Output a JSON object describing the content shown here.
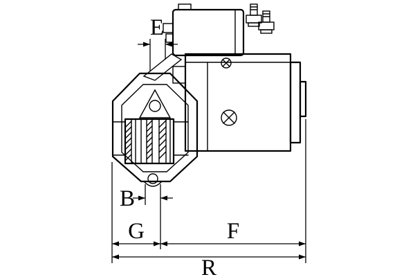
{
  "figure": {
    "background_color": "#ffffff",
    "line_color": "#000000",
    "dimension_labels": {
      "e": "E",
      "b": "B",
      "g": "G",
      "f": "F",
      "r": "R"
    }
  }
}
